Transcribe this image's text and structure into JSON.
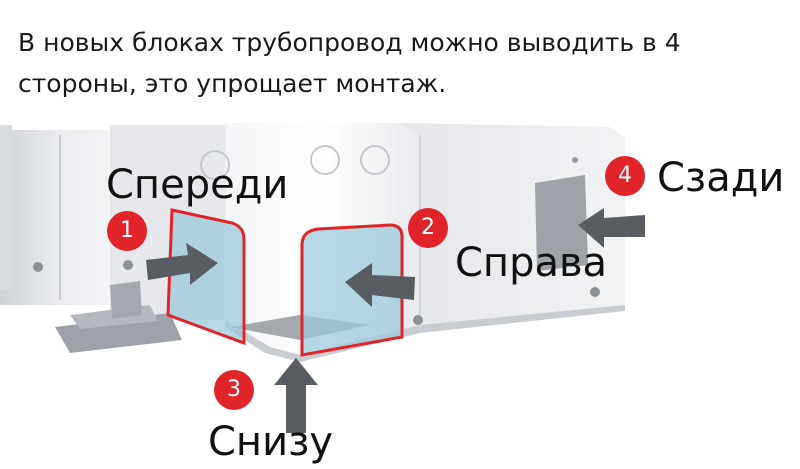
{
  "caption": {
    "line1": "В новых блоках трубопровод можно выводить в 4",
    "line2": "стороны, это упрощает монтаж."
  },
  "directions": [
    {
      "number": "1",
      "label": "Спереди"
    },
    {
      "number": "2",
      "label": "Справа"
    },
    {
      "number": "3",
      "label": "Снизу"
    },
    {
      "number": "4",
      "label": "Сзади"
    }
  ],
  "colors": {
    "marker": "#e0242a",
    "outline": "#e0242a",
    "panel_fill": "#9cc9da",
    "arrow": "#555555"
  }
}
